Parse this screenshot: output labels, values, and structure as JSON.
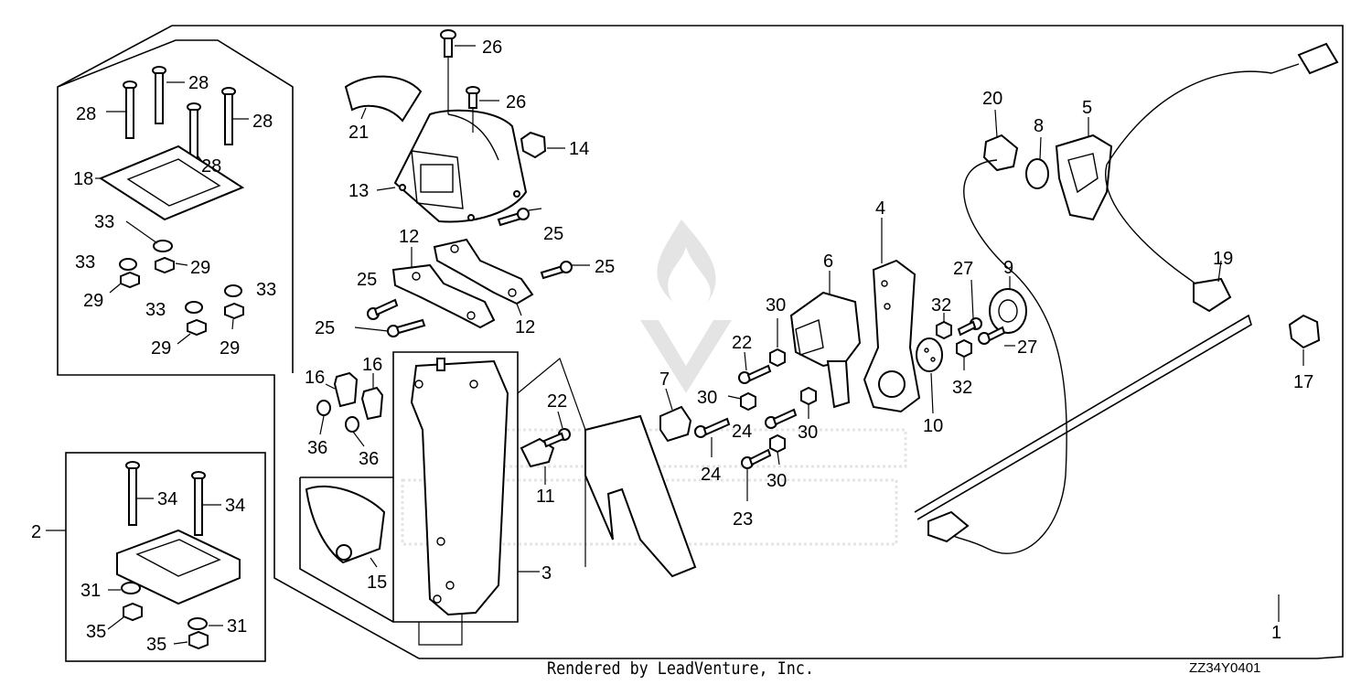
{
  "footer": {
    "credit": "Rendered by LeadVenture, Inc.",
    "diagram_code": "ZZ34Y0401"
  },
  "callouts": {
    "c1": "1",
    "c2": "2",
    "c3": "3",
    "c4": "4",
    "c5": "5",
    "c6": "6",
    "c7": "7",
    "c8": "8",
    "c9": "9",
    "c10": "10",
    "c11": "11",
    "c12": "12",
    "c13": "13",
    "c14": "14",
    "c15": "15",
    "c16": "16",
    "c17": "17",
    "c18": "18",
    "c19": "19",
    "c20": "20",
    "c21": "21",
    "c22": "22",
    "c23": "23",
    "c24": "24",
    "c25": "25",
    "c26": "26",
    "c27": "27",
    "c28": "28",
    "c29": "29",
    "c30": "30",
    "c31": "31",
    "c32": "32",
    "c33": "33",
    "c34": "34",
    "c35": "35",
    "c36": "36"
  }
}
